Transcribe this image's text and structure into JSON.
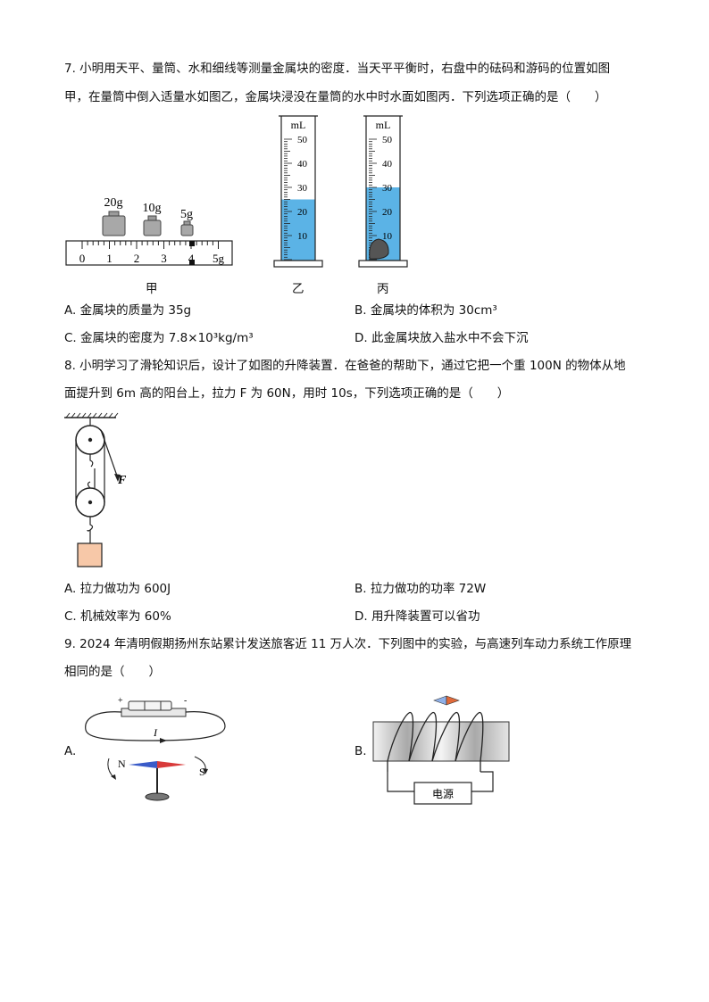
{
  "q7": {
    "line1": "7. 小明用天平、量筒、水和细线等测量金属块的密度．当天平平衡时，右盘中的砝码和游码的位置如图",
    "line2": "甲，在量筒中倒入适量水如图乙，金属块浸没在量筒的水中时水面如图丙．下列选项正确的是（　　）",
    "weights": [
      "20g",
      "10g",
      "5g"
    ],
    "scale_labels": [
      "0",
      "1",
      "2",
      "3",
      "4",
      "5g"
    ],
    "cylinder_unit": "mL",
    "cylinder_ticks": [
      "50",
      "40",
      "30",
      "20",
      "10"
    ],
    "cylinder_b_water_ml": 25,
    "cylinder_c_water_ml": 30,
    "fig_labels": [
      "甲",
      "乙",
      "丙"
    ],
    "options": {
      "A": "A.  金属块的质量为 35g",
      "B": "B.  金属块的体积为 30cm³",
      "C": "C.  金属块的密度为 7.8×10³kg/m³",
      "D": "D.  此金属块放入盐水中不会下沉"
    }
  },
  "q8": {
    "line1": "8. 小明学习了滑轮知识后，设计了如图的升降装置．在爸爸的帮助下，通过它把一个重 100N 的物体从地",
    "line2": "面提升到 6m 高的阳台上，拉力 F 为 60N，用时 10s，下列选项正确的是（　　）",
    "force_label": "F",
    "options": {
      "A": "A.  拉力做功为 600J",
      "B": "B.  拉力做功的功率 72W",
      "C": "C.  机械效率为 60%",
      "D": "D.  用升降装置可以省功"
    }
  },
  "q9": {
    "line1": "9. 2024 年清明假期扬州东站累计发送旅客近 11 万人次．下列图中的实验，与高速列车动力系统工作原理",
    "line2": "相同的是（　　）",
    "optA": "A.",
    "optB": "B.",
    "current_label": "I",
    "battery_plus": "+",
    "battery_minus": "-",
    "pole_n": "N",
    "pole_s": "S",
    "power_label": "电源"
  },
  "colors": {
    "water": "#5bb3e6",
    "block": "#f7c8a8",
    "rock": "#555555",
    "needle_red": "#d83a3a",
    "needle_blue": "#3a5bc8"
  }
}
